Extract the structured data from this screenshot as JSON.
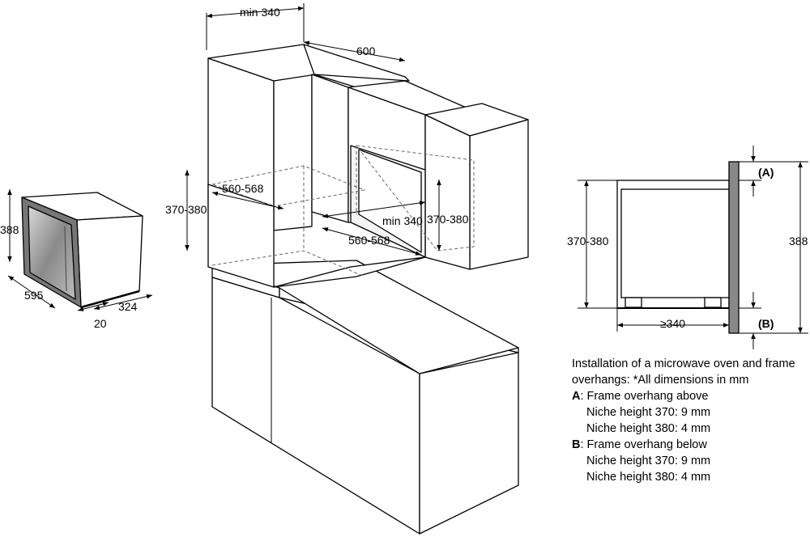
{
  "dims": {
    "min_depth_top": "min 340",
    "width_600": "600",
    "niche_height_left": "370-380",
    "niche_width_upper": "560-568",
    "min_depth_inner": "min 340",
    "niche_height_inner": "370-380",
    "niche_width_lower": "560-568",
    "oven_height": "388",
    "oven_width": "595",
    "oven_depth": "324",
    "frame_depth": "20",
    "side_niche_height": "370-380",
    "side_total_height": "388",
    "side_depth": "≥340",
    "label_a": "(A)",
    "label_b": "(B)"
  },
  "notes": {
    "line1": "Installation of a microwave oven and frame",
    "line2": "overhangs: *All dimensions in mm",
    "a_key": "A",
    "a_text": ": Frame overhang above",
    "a_n1": "Niche height 370: 9 mm",
    "a_n2": "Niche height 380: 4 mm",
    "b_key": "B",
    "b_text": ": Frame overhang below",
    "b_n1": "Niche height 370: 9 mm",
    "b_n2": "Niche height 380: 4 mm"
  }
}
